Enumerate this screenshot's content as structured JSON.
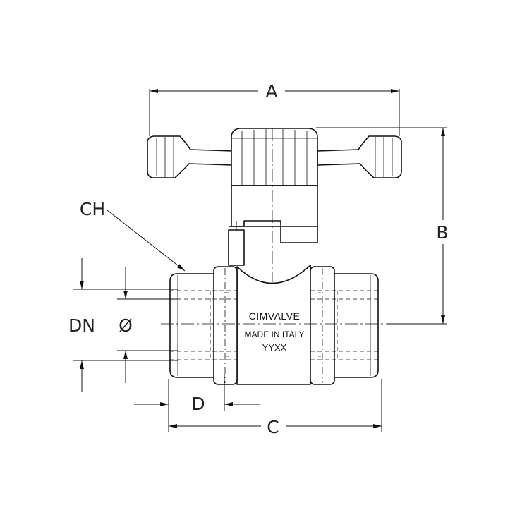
{
  "diagram": {
    "dimension_labels": {
      "a": "A",
      "b": "B",
      "c": "C",
      "d": "D",
      "ch": "CH",
      "dn": "DN",
      "diameter": "Ø"
    },
    "body_marking": {
      "brand": "CIMVALVE",
      "origin": "MADE IN ITALY",
      "date_code": "YYXX"
    }
  }
}
